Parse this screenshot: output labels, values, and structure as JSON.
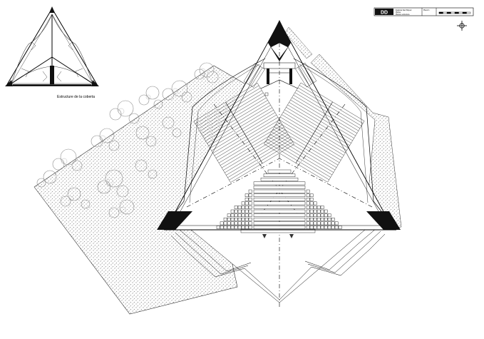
{
  "inset": {
    "caption": "Estructure de la coberta"
  },
  "title_block": {
    "mark": "DD",
    "line1": "Església Sant Miquel",
    "line2": "Planta",
    "line3": "Planta i estructura",
    "sheet": "Planol 1"
  },
  "colors": {
    "line": "#000000",
    "hatch": "#555555",
    "solid": "#111111",
    "tree": "#8a8a8a",
    "paper": "#ffffff"
  },
  "icons": {
    "north_marker": "crosshair-icon"
  }
}
